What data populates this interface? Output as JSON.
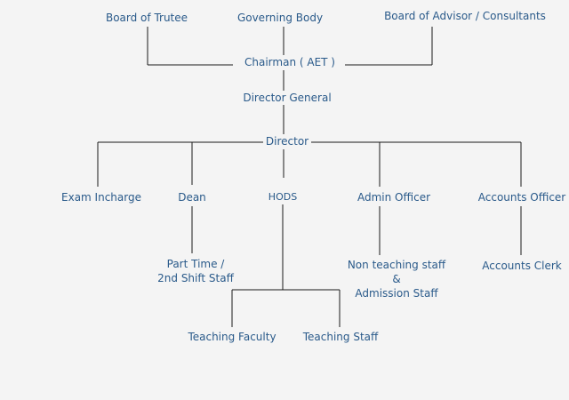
{
  "nodes": {
    "board_trustee": "Board of Trutee",
    "governing_body": "Governing Body",
    "board_advisor": "Board of Advisor / Consultants",
    "chairman": "Chairman ( AET )",
    "director_general": "Director General",
    "director": "Director",
    "exam_incharge": "Exam Incharge",
    "dean": "Dean",
    "hods": "HODS",
    "admin_officer": "Admin Officer",
    "accounts_officer": "Accounts Officer",
    "part_time_line1": "Part Time  /",
    "part_time_line2": "2nd Shift Staff",
    "non_teaching_line1": "Non teaching staff",
    "non_teaching_line2": "&",
    "non_teaching_line3": "Admission Staff",
    "accounts_clerk": "Accounts Clerk",
    "teaching_faculty": "Teaching Faculty",
    "teaching_staff": "Teaching Staff"
  }
}
